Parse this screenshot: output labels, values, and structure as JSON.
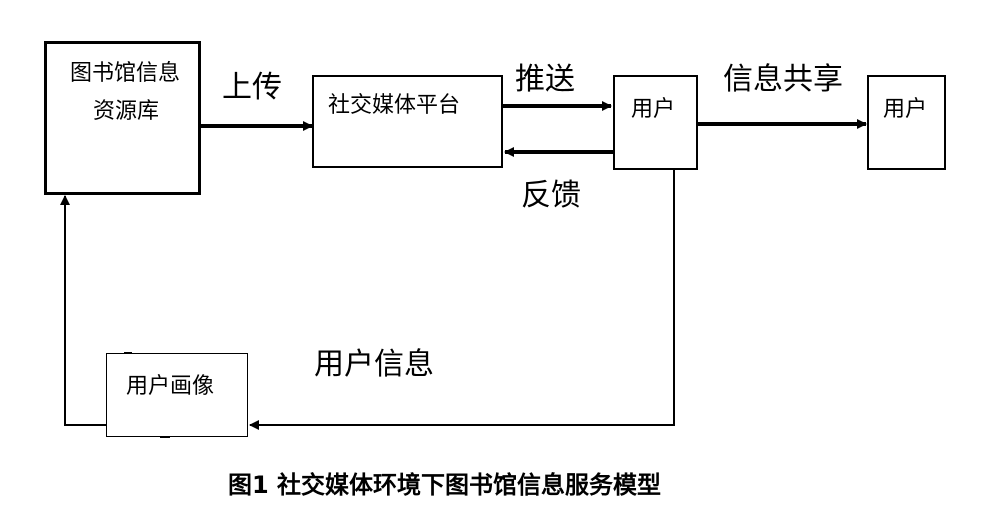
{
  "nodes": {
    "library": {
      "line1": "图书馆信息",
      "line2": "资源库"
    },
    "platform": {
      "label": "社交媒体平台"
    },
    "user1": {
      "label": "用户"
    },
    "user2": {
      "label": "用户"
    },
    "profile": {
      "label": "用户画像"
    }
  },
  "edges": {
    "upload": "上传",
    "push": "推送",
    "feedback": "反馈",
    "share": "信息共享",
    "user_info": "用户信息"
  },
  "caption": "图1  社交媒体环境下图书馆信息服务模型"
}
